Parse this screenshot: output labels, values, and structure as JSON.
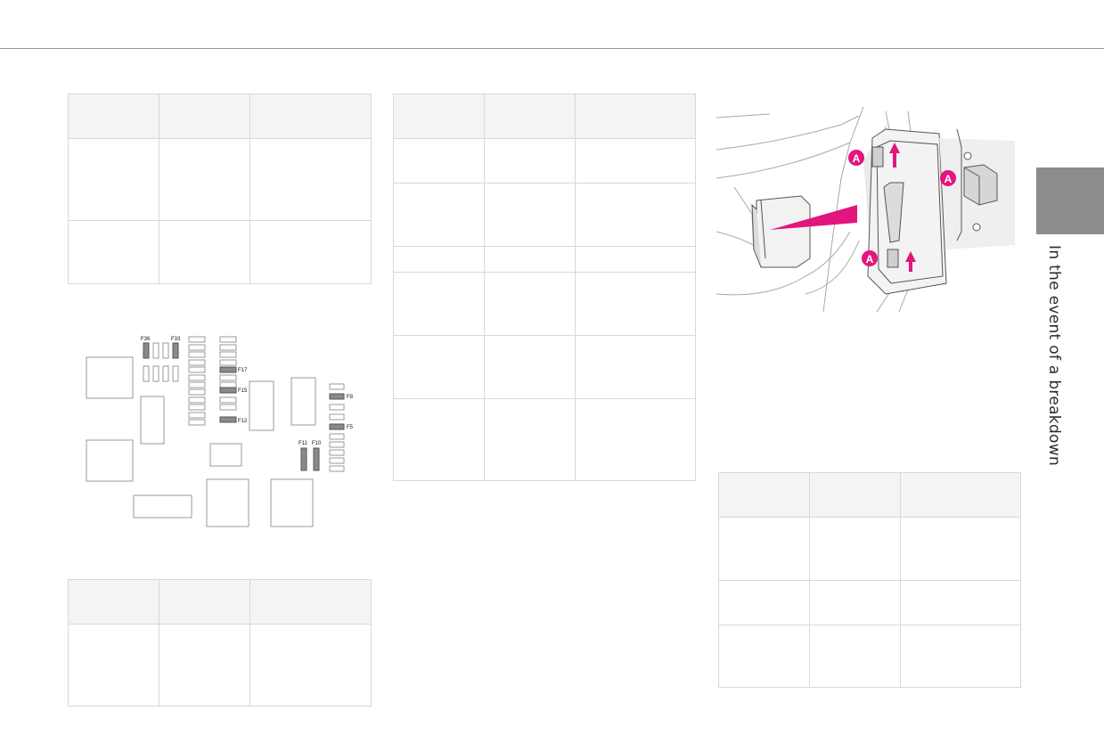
{
  "section": {
    "title": "In the event of a breakdown"
  },
  "fuse_diagram": {
    "labels": [
      "F36",
      "F33",
      "F17",
      "F15",
      "F12",
      "F8",
      "F5",
      "F11",
      "F10"
    ]
  },
  "illustration": {
    "callout": "A"
  },
  "colors": {
    "accent": "#e2167d",
    "rule": "#9a9a9a",
    "tab": "#8c8c8c",
    "grid": "#d8d8d8"
  }
}
